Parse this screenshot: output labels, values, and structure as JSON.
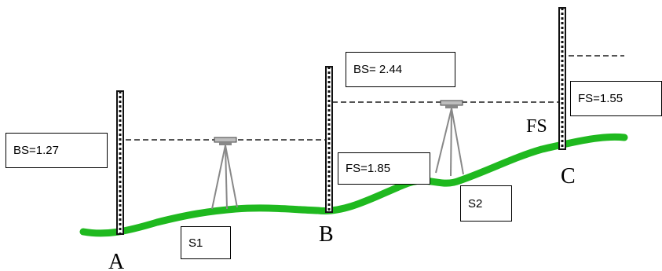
{
  "diagram": {
    "ground_color": "#1fb91f",
    "stations": [
      {
        "point": "A",
        "reading_label": "BS=1.27"
      },
      {
        "point": "B",
        "reading_label": "FS=1.85"
      },
      {
        "point": "C",
        "reading_label": "FS=1.55",
        "point_tag": "FS"
      }
    ],
    "backsight_b": "BS= 2.44",
    "setups": [
      "S1",
      "S2"
    ]
  }
}
